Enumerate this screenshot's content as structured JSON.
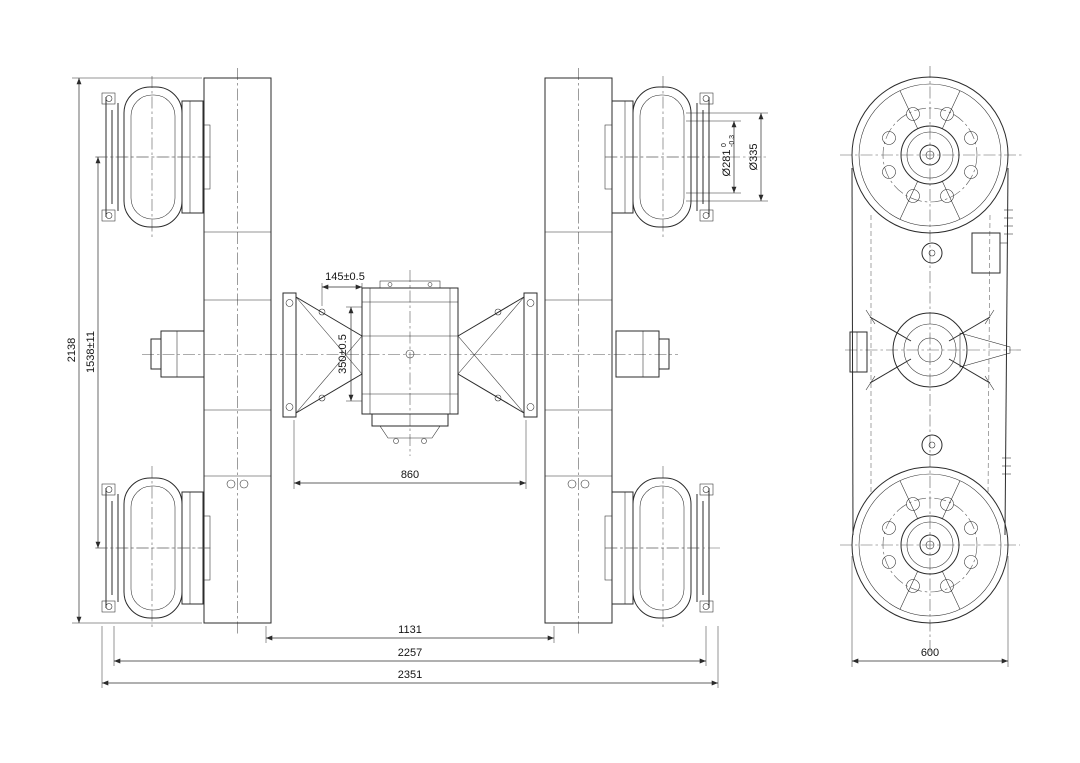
{
  "drawing": {
    "type": "mechanical-engineering-drawing",
    "subject": "bogie axle assembly, front view and side view",
    "colors": {
      "line": "#2b2b2b",
      "background": "#ffffff",
      "centerline": "#5a5a5a"
    },
    "dims": {
      "d2138": "2138",
      "d1538": "1538±11",
      "d145": "145±0.5",
      "d350": "350±0.5",
      "d860": "860",
      "d1131": "1131",
      "d2257": "2257",
      "d2351": "2351",
      "d281": "Ø281",
      "d281_tol_hi": "0",
      "d281_tol_lo": "-0.3",
      "d335": "Ø335",
      "d600": "600"
    }
  }
}
